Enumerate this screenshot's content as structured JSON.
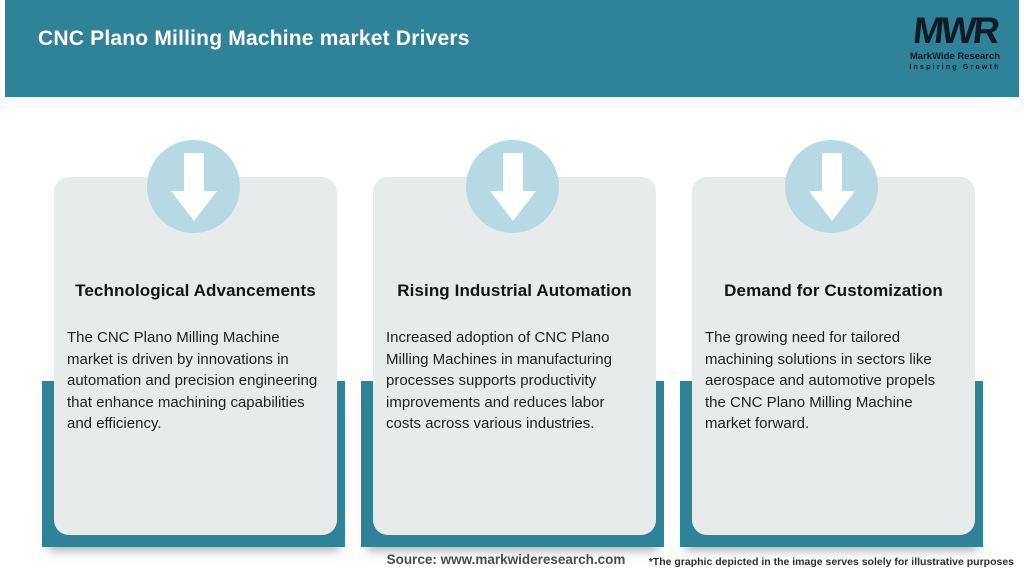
{
  "theme": {
    "accent": "#2f8399",
    "circle_color": "#b7d9e4",
    "card_bg": "#e8ebeb",
    "logo_color": "#0f1b28",
    "title_color": "#141414",
    "body_color": "#1f1f1f",
    "source_color": "#4c4c4c"
  },
  "header": {
    "title": "CNC Plano Milling Machine market Drivers"
  },
  "logo": {
    "monogram": "MWR",
    "name": "MarkWide Research",
    "tagline": "Inspiring Growth"
  },
  "cards": [
    {
      "title": "Technological Advancements",
      "body": "The CNC Plano Milling Machine market is driven by innovations in automation and precision engineering that enhance machining capabilities and efficiency."
    },
    {
      "title": "Rising Industrial Automation",
      "body": "Increased adoption of CNC Plano Milling Machines in manufacturing processes supports productivity improvements and reduces labor costs across various industries."
    },
    {
      "title": "Demand for Customization",
      "body": "The growing need for tailored machining solutions in sectors like aerospace and automotive propels the CNC Plano Milling Machine market forward."
    }
  ],
  "footer": {
    "source": "Source: www.markwideresearch.com",
    "disclaimer": "*The graphic depicted in the image serves solely for illustrative purposes"
  }
}
